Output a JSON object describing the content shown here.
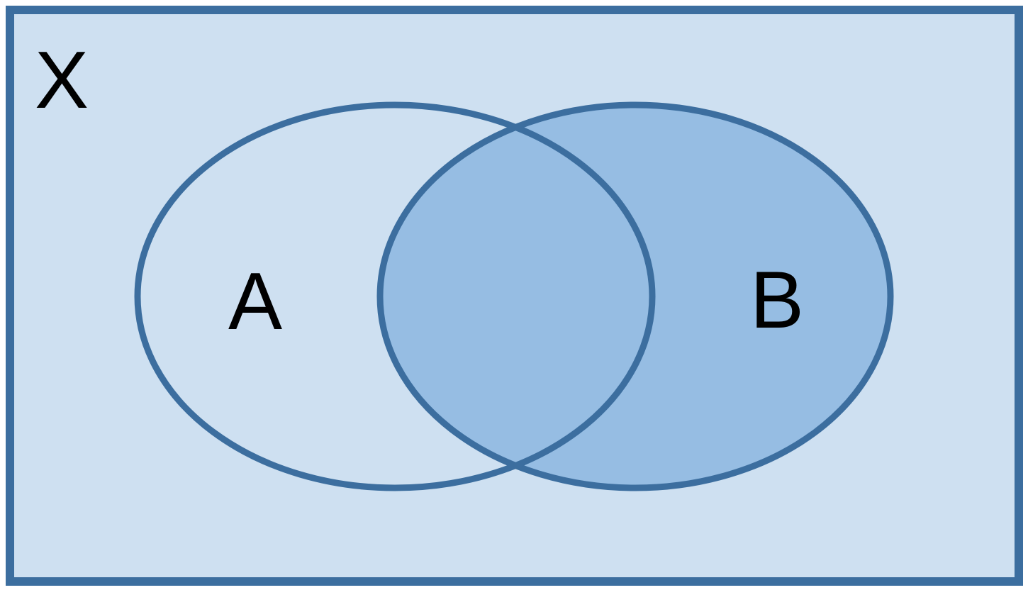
{
  "diagram": {
    "type": "venn-diagram",
    "title": "Two-set Venn diagram inside universe rectangle",
    "universe_label": "X",
    "set_a_label": "A",
    "set_b_label": "B",
    "shaded_region": "B including intersection A∩B",
    "unshaded_region": "A minus B, and universe outside both sets",
    "colors": {
      "outline": "#3C6E9F",
      "universe_fill": "#CEE0F1",
      "shaded_fill": "#96BDE3",
      "label_color": "#000000",
      "page_background": "#FFFFFF"
    }
  }
}
